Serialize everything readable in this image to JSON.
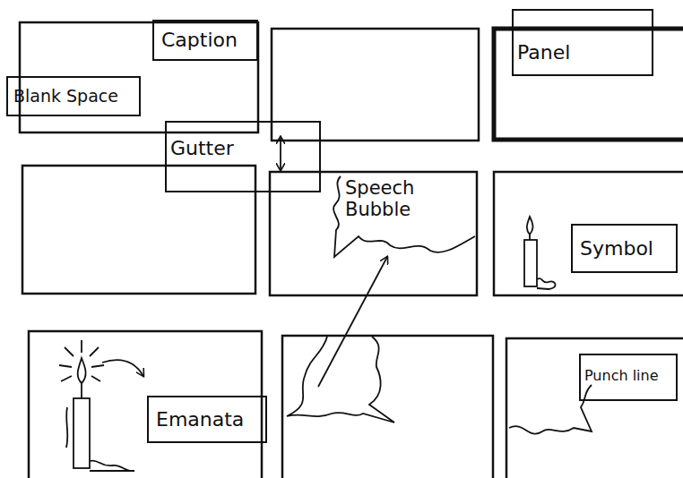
{
  "diagram": {
    "nodes": [
      {
        "text": [
          "Caption"
        ]
      },
      {
        "text": [
          "Panel"
        ]
      },
      {
        "text": [
          "Blank Space"
        ]
      },
      {
        "text": [
          "Gutter"
        ]
      },
      {
        "text": [
          "Speech Bubble"
        ]
      },
      {
        "text": [
          "Symbol"
        ]
      },
      {
        "text": [
          "Emanata"
        ]
      },
      {
        "text": [
          "Punch line"
        ]
      }
    ]
  }
}
